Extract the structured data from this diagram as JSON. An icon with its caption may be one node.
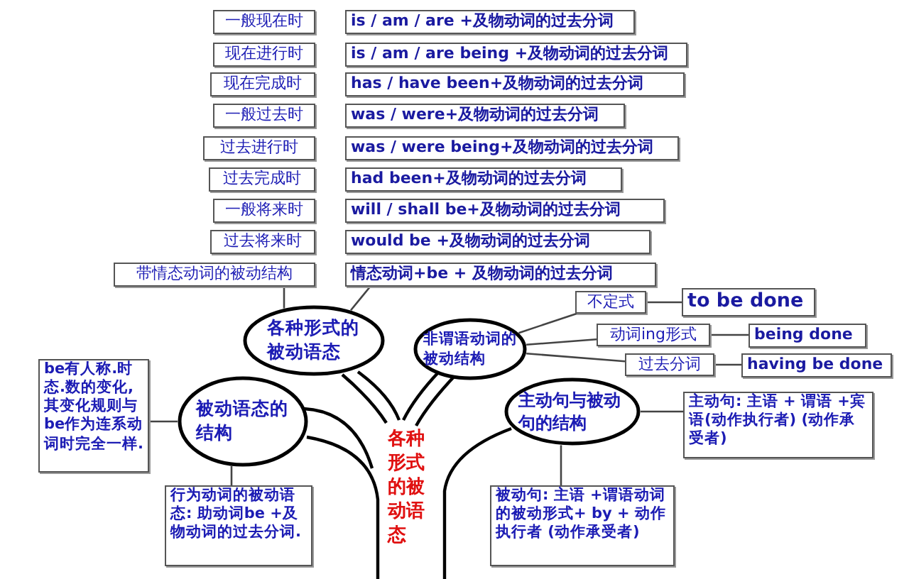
{
  "diagram": {
    "nodes": [
      {
        "text": [
          "一般现在时"
        ]
      },
      {
        "text": [
          "is / am / are +及物动词的过去分词"
        ]
      },
      {
        "text": [
          "现在进行时"
        ]
      },
      {
        "text": [
          "is / am / are being +及物动词的过去分词"
        ]
      },
      {
        "text": [
          "现在完成时"
        ]
      },
      {
        "text": [
          "has / have been+及物动词的过去分词"
        ]
      },
      {
        "text": [
          "一般过去时"
        ]
      },
      {
        "text": [
          "was / were+及物动词的过去分词"
        ]
      },
      {
        "text": [
          "过去进行时"
        ]
      },
      {
        "text": [
          "was / were being+及物动词的过去分词"
        ]
      },
      {
        "text": [
          "过去完成时"
        ]
      },
      {
        "text": [
          "had been+及物动词的过去分词"
        ]
      },
      {
        "text": [
          "一般将来时"
        ]
      },
      {
        "text": [
          "will / shall be+及物动词的过去分词"
        ]
      },
      {
        "text": [
          "过去将来时"
        ]
      },
      {
        "text": [
          "would be +及物动词的过去分词"
        ]
      },
      {
        "text": [
          "带情态动词的被动结构"
        ]
      },
      {
        "text": [
          "情态动词+be + 及物动词的过去分词"
        ]
      },
      {
        "text": [
          "各种形式的被动语态"
        ]
      },
      {
        "text": [
          "非谓语动词的被动结构"
        ]
      },
      {
        "text": [
          "不定式"
        ]
      },
      {
        "text": [
          "to be done"
        ]
      },
      {
        "text": [
          "动词ing形式"
        ]
      },
      {
        "text": [
          "being done"
        ]
      },
      {
        "text": [
          "过去分词"
        ]
      },
      {
        "text": [
          "having be done"
        ]
      },
      {
        "text": [
          "be有人称.时态.数的变化,其变化规则与be作为连系动词时完全一样."
        ]
      },
      {
        "text": [
          "主动句与被动句的结构"
        ]
      },
      {
        "text": [
          "主动句: 主语 + 谓语 +宾语(动作执行者) (动作承受者)"
        ]
      },
      {
        "text": [
          "被动语态的结构"
        ]
      },
      {
        "text": [
          "行为动词的被动语态: 助动词be +及物动词的过去分词."
        ]
      },
      {
        "text": [
          "被动句: 主语 +谓语动词的被动形式+ by + 动作执行者 (动作承受者)"
        ]
      }
    ],
    "edges": [
      {
        "from": 16,
        "to": 18,
        "arrow": "none"
      },
      {
        "from": 17,
        "to": 18,
        "arrow": "none"
      },
      {
        "from": 19,
        "to": 20,
        "arrow": "none"
      },
      {
        "from": 20,
        "to": 21,
        "arrow": "none"
      },
      {
        "from": 19,
        "to": 22,
        "arrow": "none"
      },
      {
        "from": 22,
        "to": 23,
        "arrow": "none"
      },
      {
        "from": 19,
        "to": 24,
        "arrow": "none"
      },
      {
        "from": 24,
        "to": 25,
        "arrow": "none"
      },
      {
        "from": 27,
        "to": 28,
        "arrow": "none"
      },
      {
        "from": 27,
        "to": 31,
        "arrow": "none"
      },
      {
        "from": 29,
        "to": 26,
        "arrow": "none"
      },
      {
        "from": 29,
        "to": 30,
        "arrow": "none"
      }
    ],
    "labels": [
      "各种形式的被动语态"
    ]
  }
}
